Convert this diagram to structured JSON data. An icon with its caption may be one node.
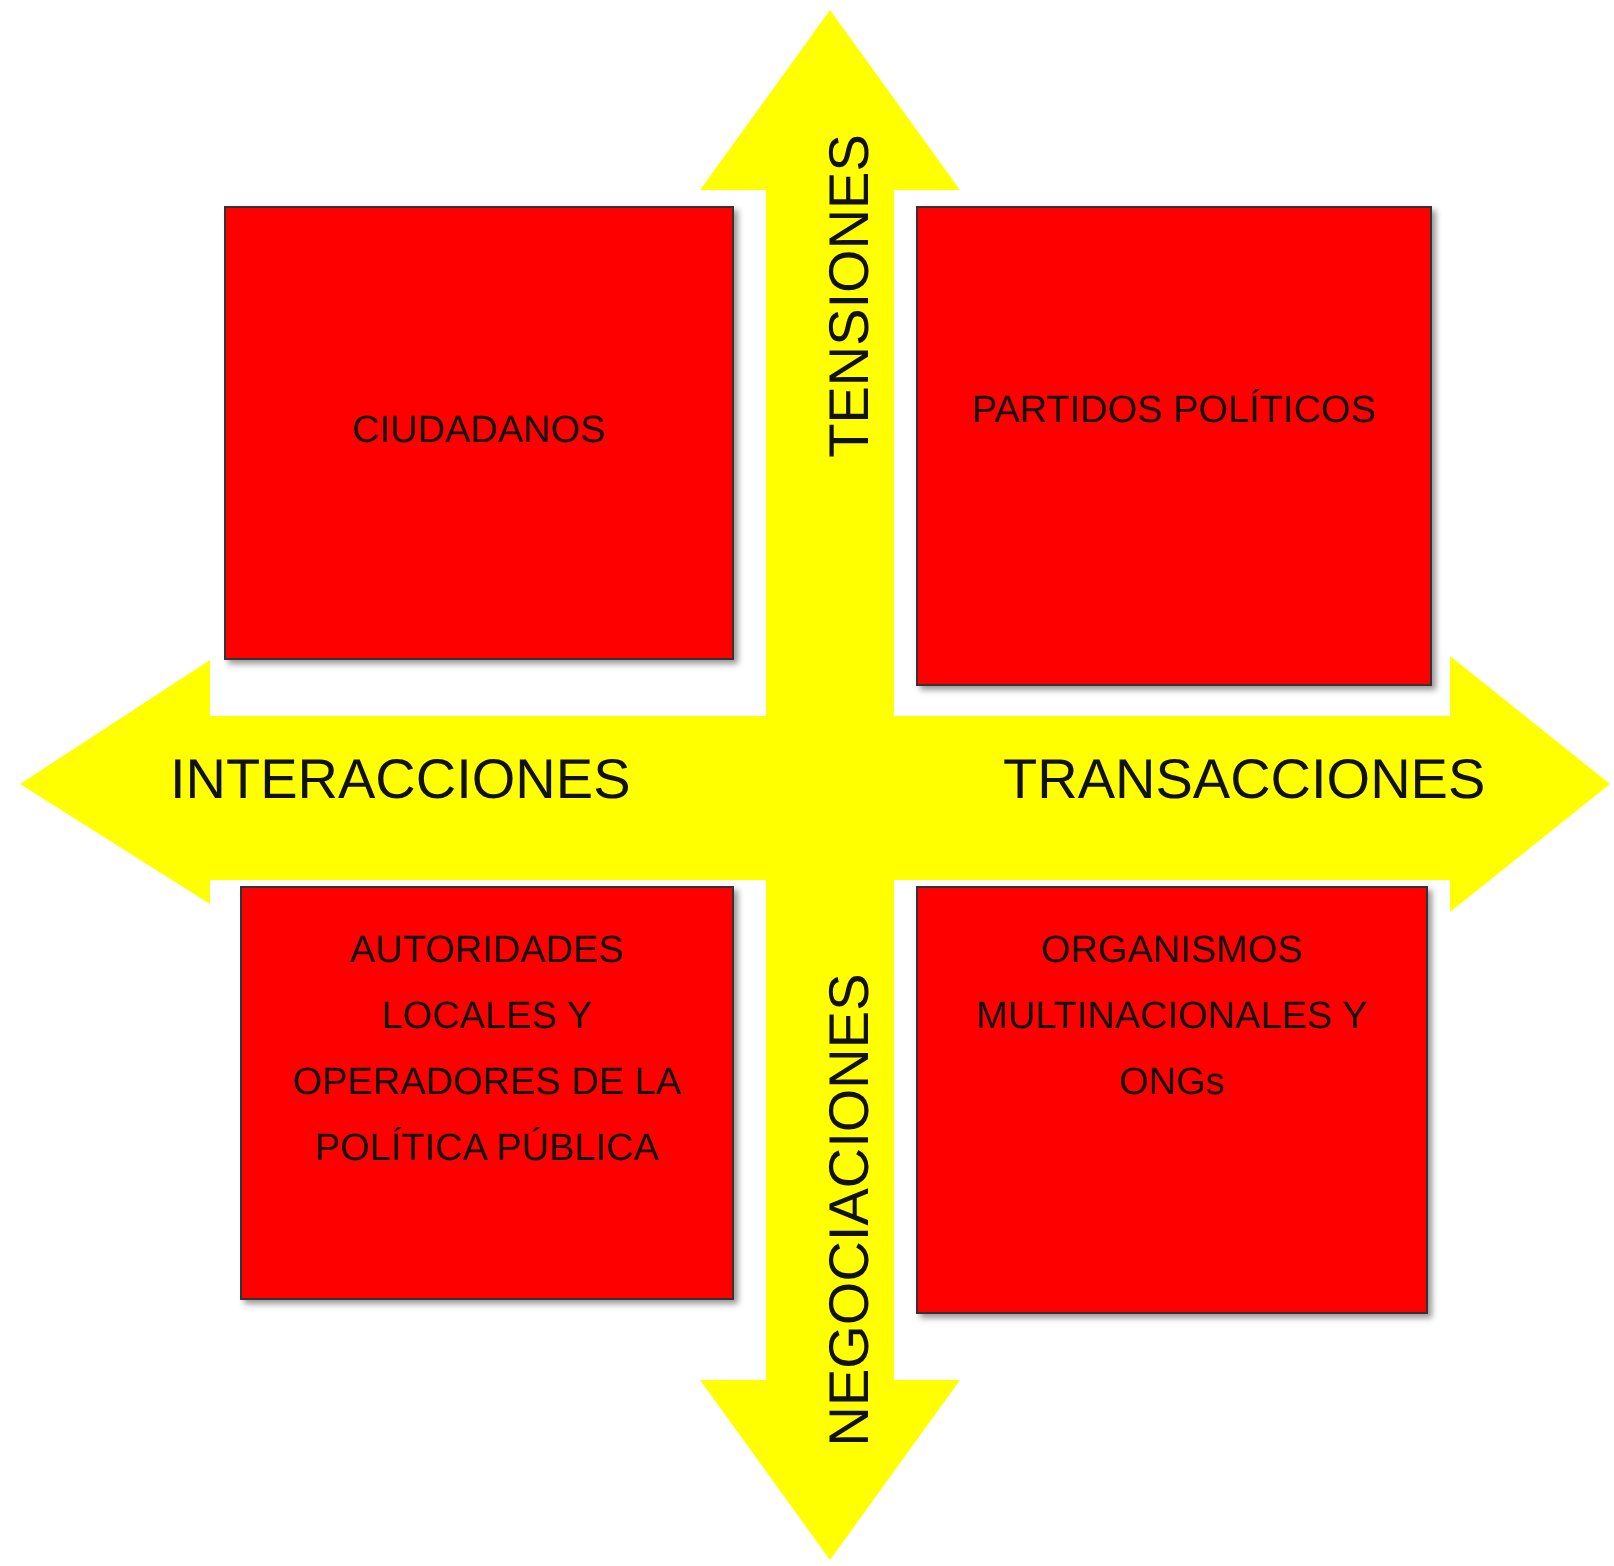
{
  "diagram": {
    "nodes": [
      {
        "text": [
          "CIUDADANOS"
        ]
      },
      {
        "text": [
          "PARTIDOS POLÍTICOS"
        ]
      },
      {
        "text": [
          "AUTORIDADES LOCALES Y OPERADORES DE LA POLÍTICA PÚBLICA"
        ]
      },
      {
        "text": [
          "ORGANISMOS MULTINACIONALES Y ONGs"
        ]
      }
    ],
    "labels": [
      "TENSIONES",
      "INTERACCIONES",
      "TRANSACCIONES",
      "NEGOCIACIONES"
    ]
  }
}
